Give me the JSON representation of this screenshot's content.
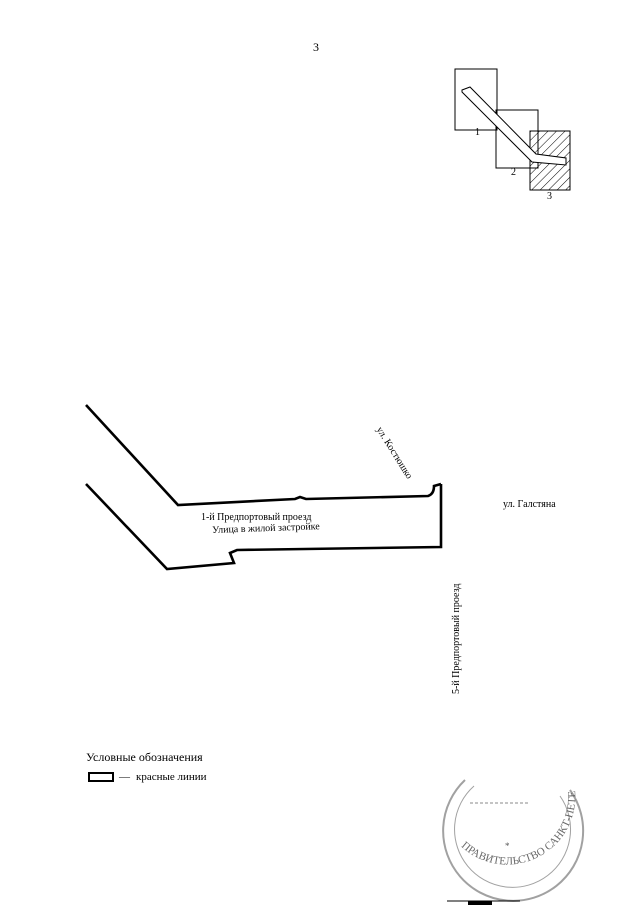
{
  "page": {
    "number": "3"
  },
  "index_map": {
    "sheets": [
      {
        "label": "1"
      },
      {
        "label": "2"
      },
      {
        "label": "3"
      }
    ],
    "current_sheet": "3"
  },
  "map": {
    "street_main": "1-й Предпортовый проезд",
    "street_type": "Улица в жилой застройке",
    "street_kosciuszko": "ул. Костюшко",
    "street_galstyan": "ул. Галстяна",
    "street_5th": "5-й Предпортовый проезд"
  },
  "legend": {
    "title": "Условные обозначения",
    "red_lines_label": "красные линии",
    "dash": "—"
  },
  "stamp": {
    "text_outer": "ПРАВИТЕЛЬСТВО САНКТ-ПЕТЕРБУРГА"
  },
  "colors": {
    "ink": "#000000",
    "background": "#ffffff"
  }
}
